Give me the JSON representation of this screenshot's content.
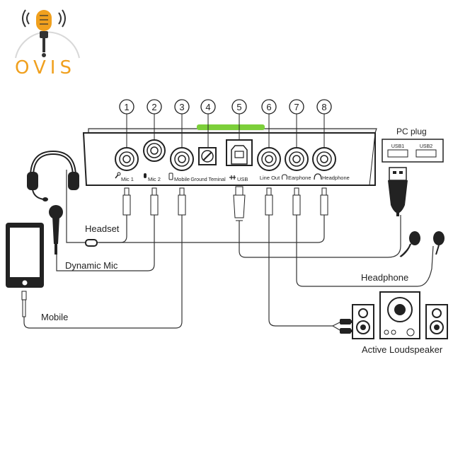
{
  "brand": {
    "name": "OVIS",
    "accent": "#f0a01e"
  },
  "ports": [
    {
      "num": "1",
      "label": "Mic 1"
    },
    {
      "num": "2",
      "label": "Mic 2"
    },
    {
      "num": "3",
      "label": "Mobile"
    },
    {
      "num": "4",
      "label": "Ground Teminal"
    },
    {
      "num": "5",
      "label": "USB"
    },
    {
      "num": "6",
      "label": "Line Out"
    },
    {
      "num": "7",
      "label": "Earphone"
    },
    {
      "num": "8",
      "label": "Headphone"
    }
  ],
  "devices": {
    "headset": "Headset",
    "dynamic_mic": "Dynamic Mic",
    "mobile": "Mobile",
    "headphone": "Headphone",
    "loudspeaker": "Active Loudspeaker",
    "pc_plug": "PC  plug",
    "usb1": "USB1",
    "usb2": "USB2"
  },
  "colors": {
    "line": "#333333",
    "accent_green": "#7ccf3a"
  }
}
